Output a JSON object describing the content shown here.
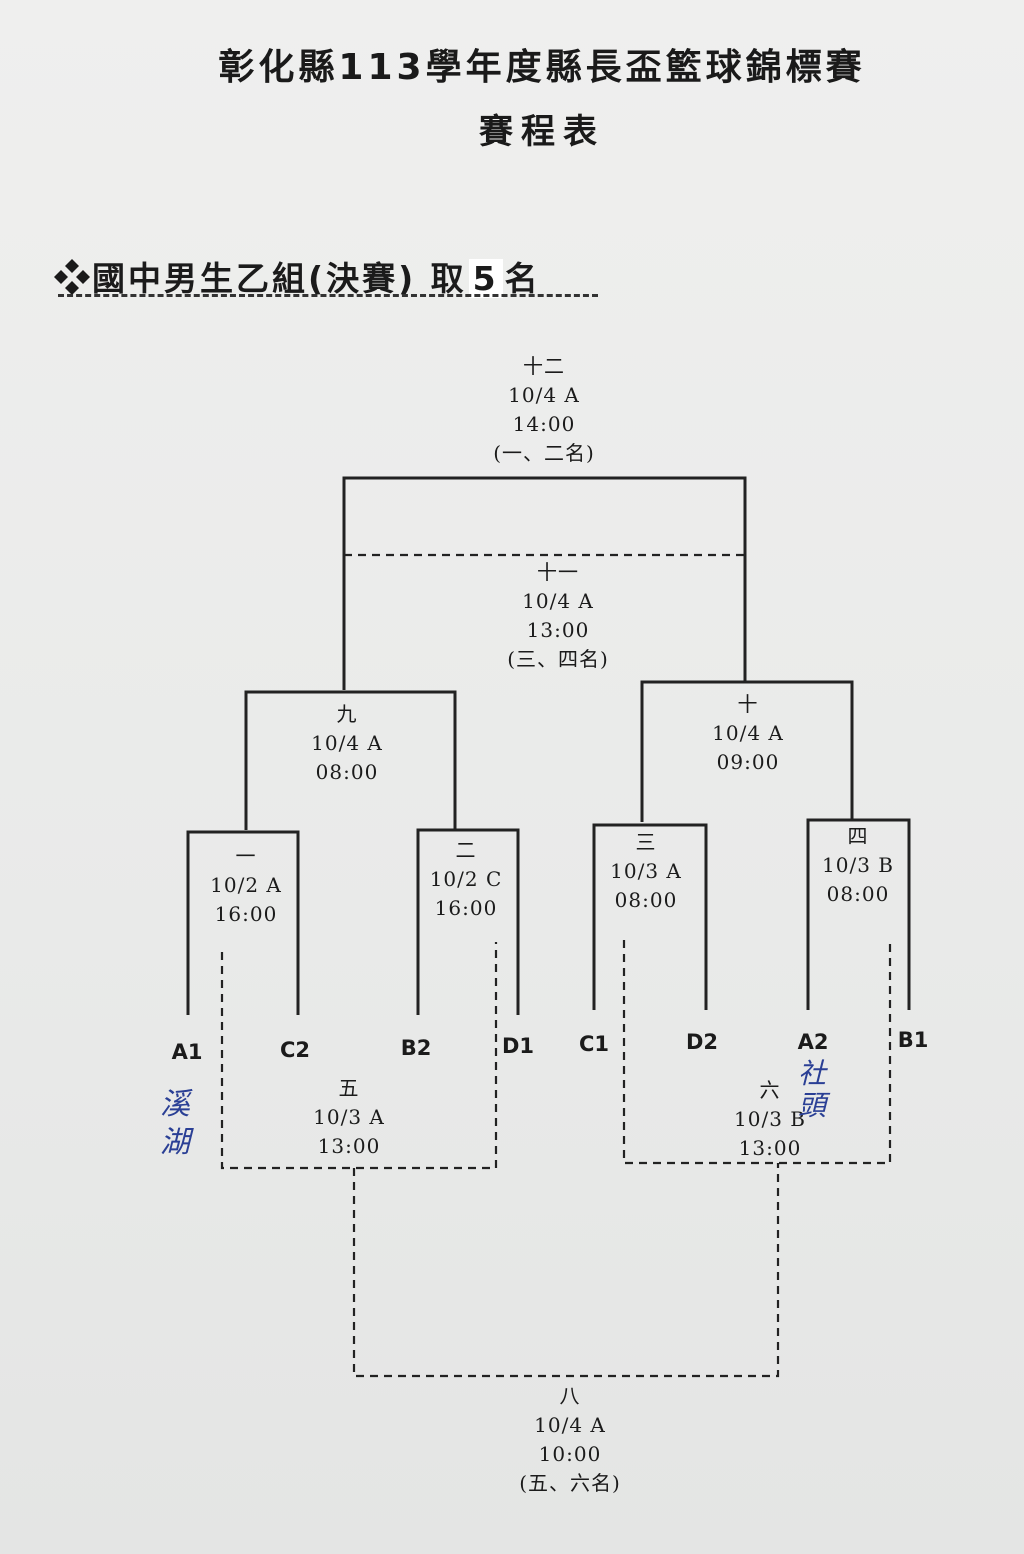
{
  "title": "彰化縣113學年度縣長盃籃球錦標賽",
  "subtitle": "賽程表",
  "section": {
    "icon": "diamond-cluster-icon",
    "before": "國中男生乙組(決賽) 取",
    "number": "5",
    "after": "名"
  },
  "matches": {
    "m12": {
      "no": "十二",
      "date": "10/4 A",
      "time": "14:00",
      "note": "(一、二名)"
    },
    "m11": {
      "no": "十一",
      "date": "10/4 A",
      "time": "13:00",
      "note": "(三、四名)"
    },
    "m9": {
      "no": "九",
      "date": "10/4 A",
      "time": "08:00"
    },
    "m10": {
      "no": "十",
      "date": "10/4 A",
      "time": "09:00"
    },
    "m1": {
      "no": "一",
      "date": "10/2 A",
      "time": "16:00"
    },
    "m2": {
      "no": "二",
      "date": "10/2 C",
      "time": "16:00"
    },
    "m3": {
      "no": "三",
      "date": "10/3 A",
      "time": "08:00"
    },
    "m4": {
      "no": "四",
      "date": "10/3 B",
      "time": "08:00"
    },
    "m5": {
      "no": "五",
      "date": "10/3 A",
      "time": "13:00"
    },
    "m6": {
      "no": "六",
      "date": "10/3 B",
      "time": "13:00"
    },
    "m8": {
      "no": "八",
      "date": "10/4 A",
      "time": "10:00",
      "note": "(五、六名)"
    }
  },
  "teams": [
    "A1",
    "C2",
    "B2",
    "D1",
    "C1",
    "D2",
    "A2",
    "B1"
  ],
  "handwriting": {
    "left": "溪湖",
    "right": "社頭"
  }
}
